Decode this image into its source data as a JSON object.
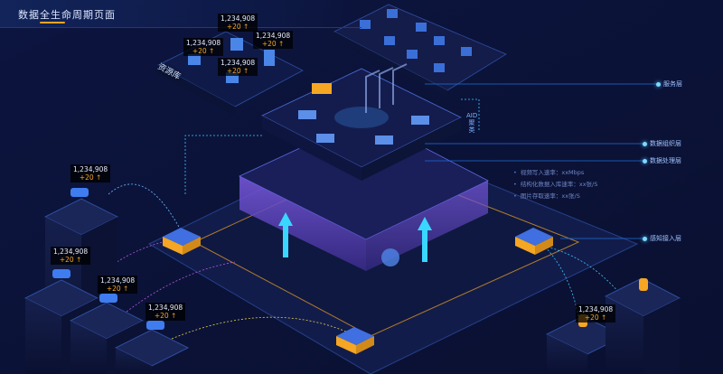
{
  "header": {
    "title": "数据全生命周期页面"
  },
  "resource_library_label": "资源库",
  "aid_label": "AID 聚类",
  "counters": [
    {
      "value": "1,234,908",
      "delta": "+20 ↑"
    },
    {
      "value": "1,234,908",
      "delta": "+20 ↑"
    },
    {
      "value": "1,234,908",
      "delta": "+20 ↑"
    },
    {
      "value": "1,234,908",
      "delta": "+20 ↑"
    },
    {
      "value": "1,234,908",
      "delta": "+20 ↑"
    },
    {
      "value": "1,234,908",
      "delta": "+20 ↑"
    },
    {
      "value": "1,234,908",
      "delta": "+20 ↑"
    },
    {
      "value": "1,234,908",
      "delta": "+20 ↑"
    },
    {
      "value": "1,234,908",
      "delta": "+20 ↑"
    }
  ],
  "layers": [
    {
      "label": "服务层"
    },
    {
      "label": "数据组织层"
    },
    {
      "label": "数据处理层"
    },
    {
      "label": "感知接入层"
    }
  ],
  "processing_stats": [
    "视频写入速率：xxMbps",
    "结构化数据入库速率：xx张/S",
    "图片存取速率：xx张/S"
  ],
  "colors": {
    "background": "#0a1133",
    "accent": "#f5a623",
    "glow": "#4fc3ff",
    "purple": "#6a4fc9"
  }
}
